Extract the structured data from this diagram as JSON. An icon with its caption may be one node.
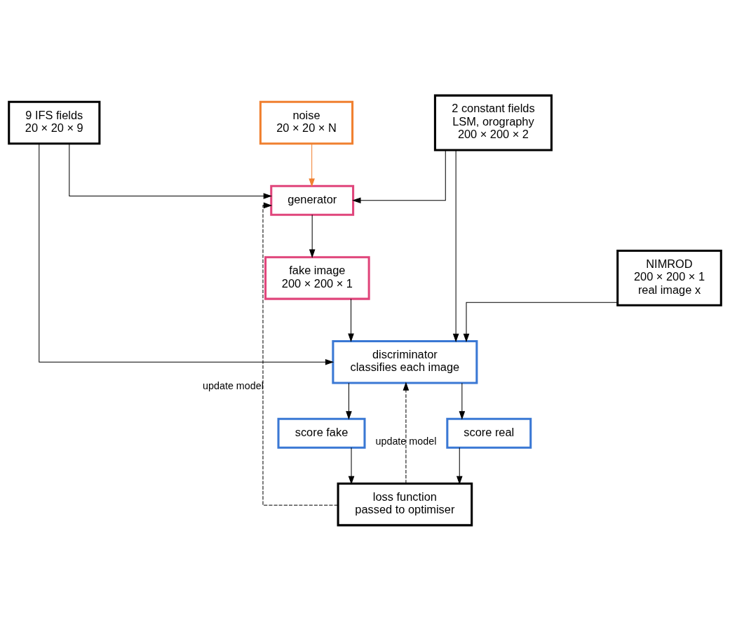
{
  "diagram": {
    "nodes": [
      {
        "text": [
          "noise",
          "20 × 20 × N"
        ]
      },
      {
        "text": [
          "9 IFS fields",
          "20 × 20 × 9"
        ]
      },
      {
        "text": [
          "2 constant fields",
          "LSM, orography",
          "200 × 200 × 2"
        ]
      },
      {
        "text": [
          "generator"
        ]
      },
      {
        "text": [
          "fake image",
          "200 × 200 × 1"
        ]
      },
      {
        "text": [
          "NIMROD",
          "200 × 200 × 1",
          "real image x"
        ]
      },
      {
        "text": [
          "discriminator",
          "classifies each image"
        ]
      },
      {
        "text": [
          "score fake"
        ]
      },
      {
        "text": [
          "score real"
        ]
      },
      {
        "text": [
          "loss function",
          "passed to optimiser"
        ]
      }
    ],
    "edges": [
      {
        "from": 0,
        "to": 3,
        "arrow": "to",
        "color": "#f08030"
      },
      {
        "from": 1,
        "to": 3,
        "arrow": "to"
      },
      {
        "from": 2,
        "to": 3,
        "arrow": "to"
      },
      {
        "from": 1,
        "to": 6,
        "arrow": "to"
      },
      {
        "from": 2,
        "to": 6,
        "arrow": "to"
      },
      {
        "from": 3,
        "to": 4,
        "arrow": "to"
      },
      {
        "from": 4,
        "to": 6,
        "arrow": "to"
      },
      {
        "from": 5,
        "to": 6,
        "arrow": "to"
      },
      {
        "from": 6,
        "to": 7,
        "arrow": "to"
      },
      {
        "from": 6,
        "to": 8,
        "arrow": "to"
      },
      {
        "from": 7,
        "to": 9,
        "arrow": "to"
      },
      {
        "from": 8,
        "to": 9,
        "arrow": "to"
      },
      {
        "from": 9,
        "to": 3,
        "arrow": "to",
        "style": "dashed",
        "label": "update model"
      },
      {
        "from": 9,
        "to": 6,
        "arrow": "to",
        "style": "dashed",
        "label": "update model"
      }
    ]
  }
}
